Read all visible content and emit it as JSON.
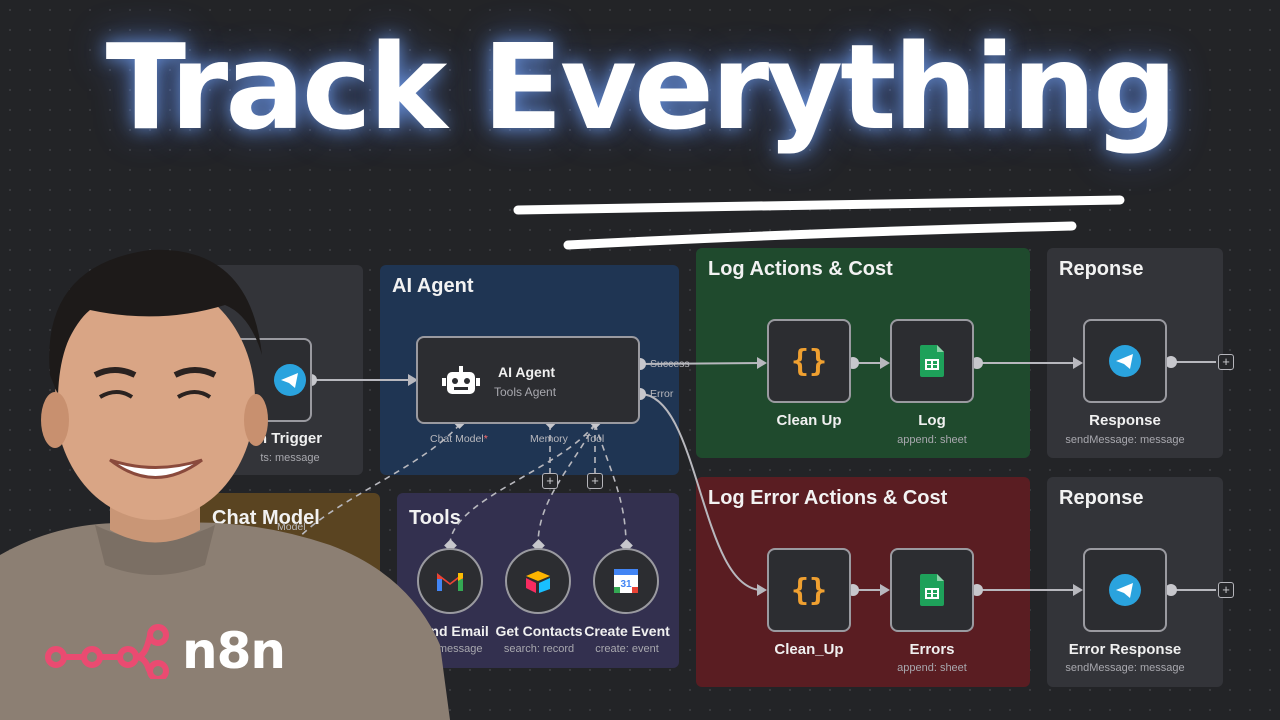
{
  "headline": "Track Everything",
  "agent_group": {
    "title": "AI Agent",
    "node_title": "AI Agent",
    "node_subtitle": "Tools Agent",
    "out_success": "Success",
    "out_error": "Error",
    "port_chat_model": "Chat Model",
    "port_memory": "Memory",
    "port_tool": "Tool",
    "required_mark": "*"
  },
  "trigger_group": {
    "node_label": "n Trigger",
    "node_sub": "ts: message"
  },
  "chat_model_group": {
    "title": "Chat Model",
    "port_label": "Model"
  },
  "tools_group": {
    "title": "Tools",
    "items": [
      {
        "label": "Send Email",
        "sub": "nd: message",
        "icon": "gmail-icon"
      },
      {
        "label": "Get Contacts",
        "sub": "search: record",
        "icon": "airtable-icon"
      },
      {
        "label": "Create Event",
        "sub": "create: event",
        "icon": "google-calendar-icon"
      }
    ]
  },
  "log_group": {
    "title": "Log Actions & Cost",
    "clean_label": "Clean Up",
    "log_label": "Log",
    "log_sub": "append: sheet"
  },
  "error_group": {
    "title": "Log Error Actions & Cost",
    "clean_label": "Clean_Up",
    "log_label": "Errors",
    "log_sub": "append: sheet"
  },
  "response_group": {
    "title": "Reponse",
    "node_label": "Response",
    "node_sub": "sendMessage: message"
  },
  "error_response_group": {
    "title": "Reponse",
    "node_label": "Error Response",
    "node_sub": "sendMessage: message"
  },
  "calendar_day": "31",
  "brand": "n8n",
  "colors": {
    "agent_group": "#1f3553",
    "log_group": "#1f4a2d",
    "error_group": "#5a1d22",
    "tools_group": "#33304f",
    "chat_model_group": "#5a4421",
    "neutral_group": "#333439",
    "telegram": "#2aa3de",
    "sheets": "#1ea15a",
    "code": "#f0a030",
    "brand_logo": "#ea4b71"
  }
}
